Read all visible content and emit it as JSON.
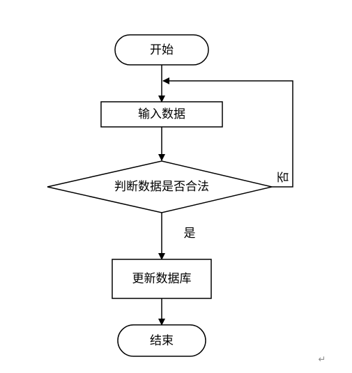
{
  "flowchart": {
    "nodes": {
      "start": "开始",
      "input": "输入数据",
      "decision": "判断数据是否合法",
      "update": "更新数据库",
      "end": "结束"
    },
    "edges": {
      "yes": "是",
      "no": "否"
    },
    "return_mark": "↵"
  },
  "colors": {
    "stroke": "#000000",
    "background": "#ffffff",
    "mark": "#8c8c8c"
  }
}
